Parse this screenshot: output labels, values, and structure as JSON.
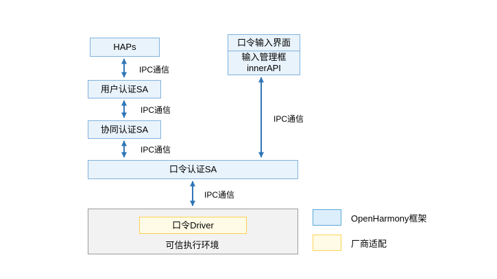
{
  "diagram": {
    "nodes": {
      "haps": {
        "label": "HAPs"
      },
      "user_auth_sa": {
        "label": "用户认证SA"
      },
      "collab_auth_sa": {
        "label": "协同认证SA"
      },
      "pin_auth_sa": {
        "label": "口令认证SA"
      },
      "pin_input_ui": {
        "label": "口令输入界面"
      },
      "input_manager": {
        "line1": "输入管理框",
        "line2": "innerAPI"
      },
      "pin_driver": {
        "label": "口令Driver"
      },
      "tee": {
        "label": "可信执行环境"
      }
    },
    "edges": [
      {
        "from": "HAPs",
        "to": "用户认证SA",
        "label": "IPC通信"
      },
      {
        "from": "用户认证SA",
        "to": "协同认证SA",
        "label": "IPC通信"
      },
      {
        "from": "协同认证SA",
        "to": "口令认证SA",
        "label": "IPC通信"
      },
      {
        "from": "输入管理框 innerAPI",
        "to": "口令认证SA",
        "label": "IPC通信"
      },
      {
        "from": "口令认证SA",
        "to": "可信执行环境",
        "label": "IPC通信"
      }
    ],
    "legend": [
      {
        "label": "OpenHarmony框架",
        "swatch_color": "#dceefb"
      },
      {
        "label": "厂商适配",
        "swatch_color": "#fffbe6"
      }
    ],
    "colors": {
      "box_fill_blue": "#e9f3fb",
      "box_border_blue": "#7fb1dc",
      "arrow_blue": "#2e75b6",
      "box_fill_yellow": "#fffbe6",
      "box_border_yellow": "#ffd152",
      "tee_fill_gray": "#f2f2f2",
      "tee_border_gray": "#9a9a9a"
    }
  }
}
